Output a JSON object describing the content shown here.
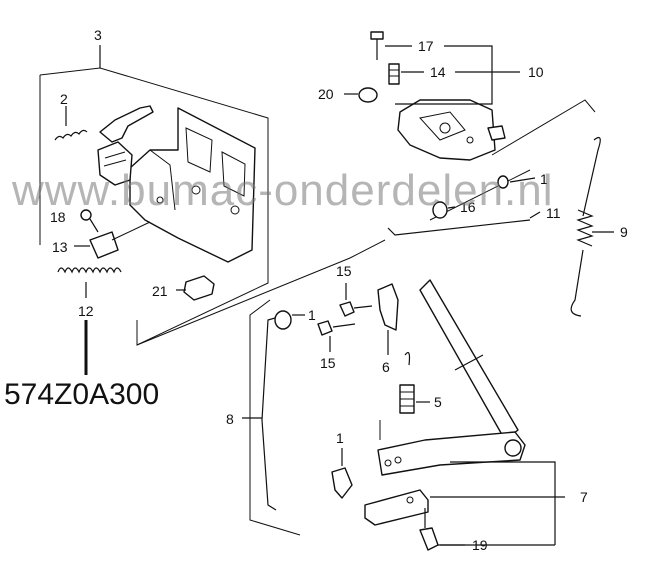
{
  "labels": {
    "l1a": "1",
    "l1b": "1",
    "l1c": "1",
    "l2": "2",
    "l3": "3",
    "l5": "5",
    "l6": "6",
    "l7": "7",
    "l8": "8",
    "l9": "9",
    "l10": "10",
    "l11": "11",
    "l12": "12",
    "l13": "13",
    "l14": "14",
    "l15a": "15",
    "l15b": "15",
    "l16": "16",
    "l17": "17",
    "l18": "18",
    "l19": "19",
    "l20": "20",
    "l21": "21"
  },
  "part_number": "574Z0A300",
  "watermark": "www.bumac-onderdelen.nl"
}
